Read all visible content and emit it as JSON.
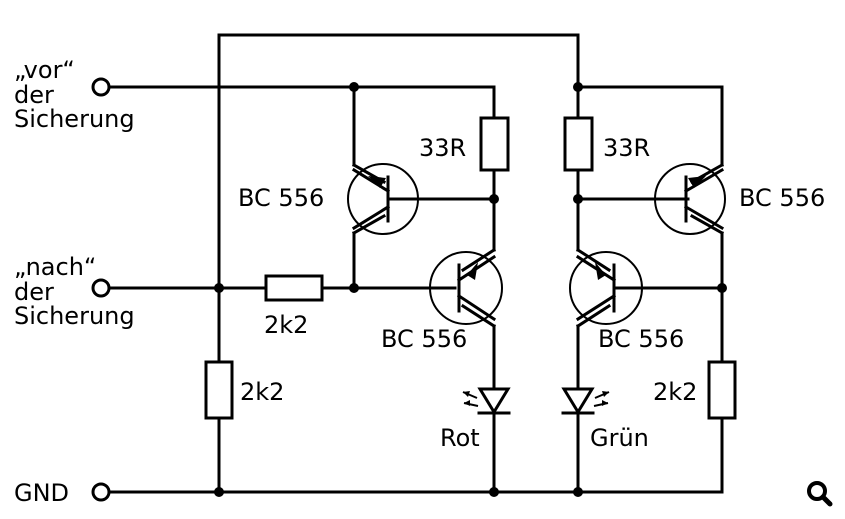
{
  "terminals": {
    "vor_line1": "„vor“",
    "vor_line2": "der",
    "vor_line3": "Sicherung",
    "nach_line1": "„nach“",
    "nach_line2": "der",
    "nach_line3": "Sicherung",
    "gnd": "GND"
  },
  "components": {
    "r_33_left": "33R",
    "r_33_right": "33R",
    "r_2k2_series": "2k2",
    "r_2k2_left": "2k2",
    "r_2k2_right": "2k2",
    "q1": "BC 556",
    "q2": "BC 556",
    "q3": "BC 556",
    "q4": "BC 556",
    "led_red": "Rot",
    "led_green": "Grün"
  },
  "icons": {
    "zoom": "zoom-icon"
  }
}
